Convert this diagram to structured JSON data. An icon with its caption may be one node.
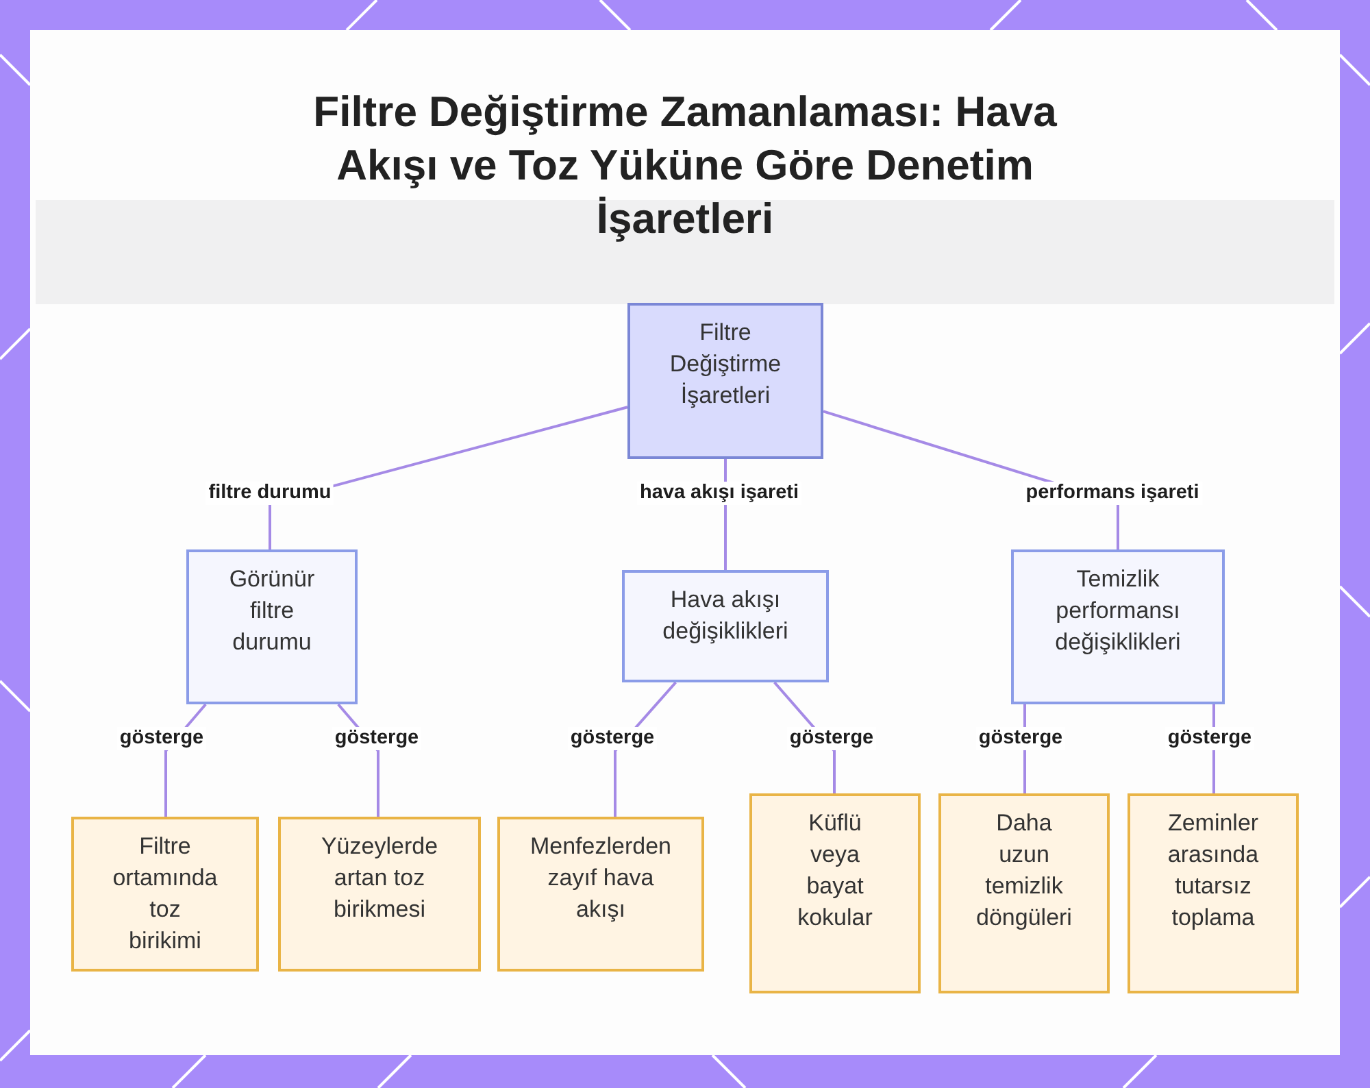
{
  "diagram": {
    "title": "Filtre Değiştirme Zamanlaması: Hava Akışı ve Toz Yüküne Göre Denetim İşaretleri",
    "nodes": [
      {
        "text": [
          "Filtre Değiştirme İşaretleri"
        ]
      },
      {
        "text": [
          "Görünür filtre durumu"
        ]
      },
      {
        "text": [
          "Hava akışı değişiklikleri"
        ]
      },
      {
        "text": [
          "Temizlik performansı değişiklikleri"
        ]
      },
      {
        "text": [
          "Filtre ortamında toz birikimi"
        ]
      },
      {
        "text": [
          "Yüzeylerde artan toz birikmesi"
        ]
      },
      {
        "text": [
          "Menfezlerden zayıf hava akışı"
        ]
      },
      {
        "text": [
          "Küflü veya bayat kokular"
        ]
      },
      {
        "text": [
          "Daha uzun temizlik döngüleri"
        ]
      },
      {
        "text": [
          "Zeminler arasında tutarsız toplama"
        ]
      }
    ],
    "edges": [
      {
        "from": 0,
        "to": 1,
        "arrow": "none",
        "label": "filtre durumu"
      },
      {
        "from": 0,
        "to": 2,
        "arrow": "none",
        "label": "hava akışı işareti"
      },
      {
        "from": 0,
        "to": 3,
        "arrow": "none",
        "label": "performans işareti"
      },
      {
        "from": 1,
        "to": 4,
        "arrow": "none",
        "label": "gösterge"
      },
      {
        "from": 1,
        "to": 5,
        "arrow": "none",
        "label": "gösterge"
      },
      {
        "from": 2,
        "to": 6,
        "arrow": "none",
        "label": "gösterge"
      },
      {
        "from": 2,
        "to": 7,
        "arrow": "none",
        "label": "gösterge"
      },
      {
        "from": 3,
        "to": 8,
        "arrow": "none",
        "label": "gösterge"
      },
      {
        "from": 3,
        "to": 9,
        "arrow": "none",
        "label": "gösterge"
      }
    ]
  }
}
